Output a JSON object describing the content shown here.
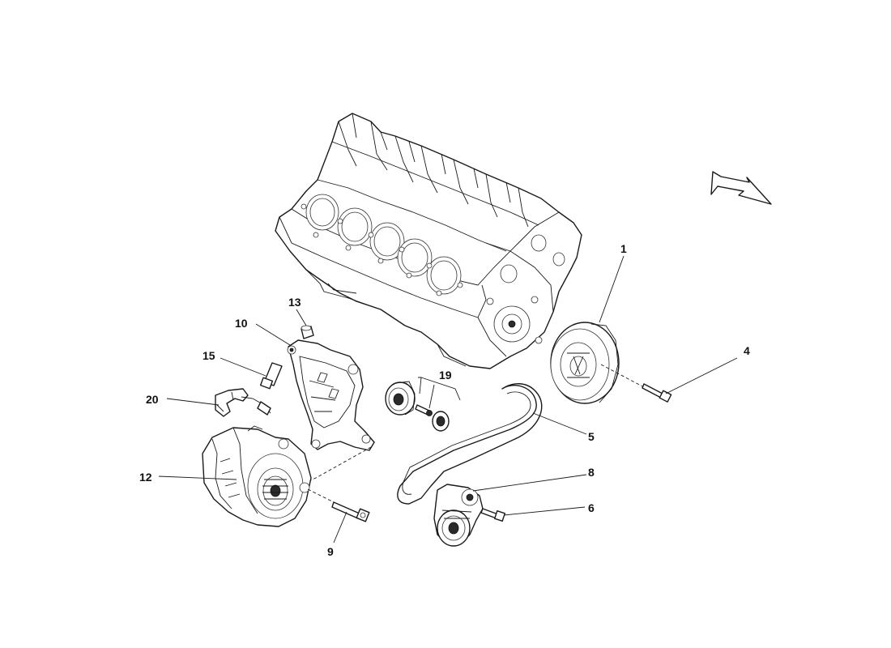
{
  "callouts": {
    "c1": "1",
    "c4": "4",
    "c5": "5",
    "c6": "6",
    "c8": "8",
    "c9": "9",
    "c10": "10",
    "c12": "12",
    "c13": "13",
    "c15": "15",
    "c19": "19",
    "c20": "20"
  },
  "icons": {
    "direction_arrow": "arrow-down-right-icon"
  }
}
